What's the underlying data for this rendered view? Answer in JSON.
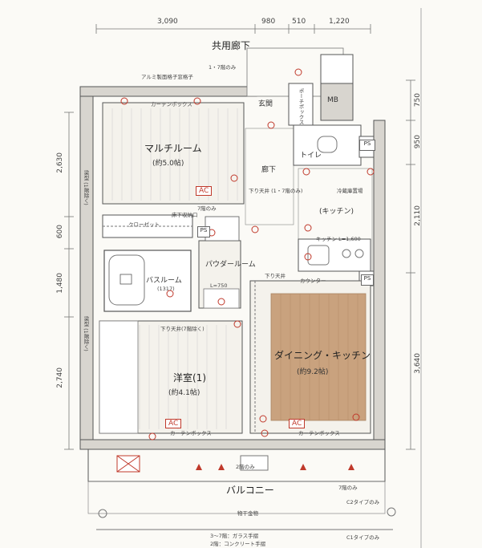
{
  "dimensions": {
    "top": [
      "3,090",
      "980",
      "510",
      "1,220"
    ],
    "left": [
      "2,630",
      "600",
      "1,480",
      "2,740"
    ],
    "right": [
      "750",
      "950",
      "2,110",
      "3,640"
    ]
  },
  "labels": {
    "common_corridor": "共用廊下",
    "aluminum_lattice": "アルミ製面格子窓格子",
    "floors_1_7": "1・7階のみ",
    "genkan": "玄関",
    "mb": "MB",
    "poch_box": "ポーチボックス",
    "curtain_box_top": "カーテンボックス",
    "multi_room": "マルチルーム",
    "multi_room_size": "(約5.0帖)",
    "toilet": "トイレ",
    "ps1": "PS",
    "ps2": "PS",
    "ps3": "PS",
    "hallway": "廊下",
    "ac1": "AC",
    "ac2": "AC",
    "ac3": "AC",
    "ceiling_floors": "下り天井 (1・7階のみ)",
    "floor_7_only": "7階のみ",
    "closet": "クローゼット",
    "lower_hatch": "床下収納口",
    "kitchen": "(キッチン)",
    "refrigerator": "冷蔵庫置場",
    "kitchen_width": "キッチン L=1,600",
    "powder_room": "パウダールーム",
    "bath_room": "バスルーム",
    "bath_size": "(1317)",
    "l750": "L=750",
    "counter": "カウンター",
    "ceiling_drop": "下り天井",
    "ceiling_drop_7": "下り天井(7階除く)",
    "western_room": "洋室(1)",
    "western_size": "(約4.1帖)",
    "dining_kitchen": "ダイニング・キッチン",
    "dk_size": "(約9.2帖)",
    "curtain_box_bottom": "カーテンボックス",
    "curtain_box_dk": "カーテンボックス",
    "beam_left_1": "梁型 (1階除く)",
    "beam_left_2": "梁型 (1階除く)",
    "drain": "2階のみ",
    "balcony": "バルコニー",
    "laundry": "物干金物",
    "c2_type": "C2タイプのみ",
    "c1_type": "C1タイプのみ",
    "note_glass": "3〜7階：ガラス手摺",
    "note_concrete": "2階：コンクリート手摺",
    "floor_7_balc": "7階のみ"
  },
  "colors": {
    "dk_floor": "#c9a27e",
    "wall": "#d8d5cf",
    "accent": "#c0392b"
  }
}
